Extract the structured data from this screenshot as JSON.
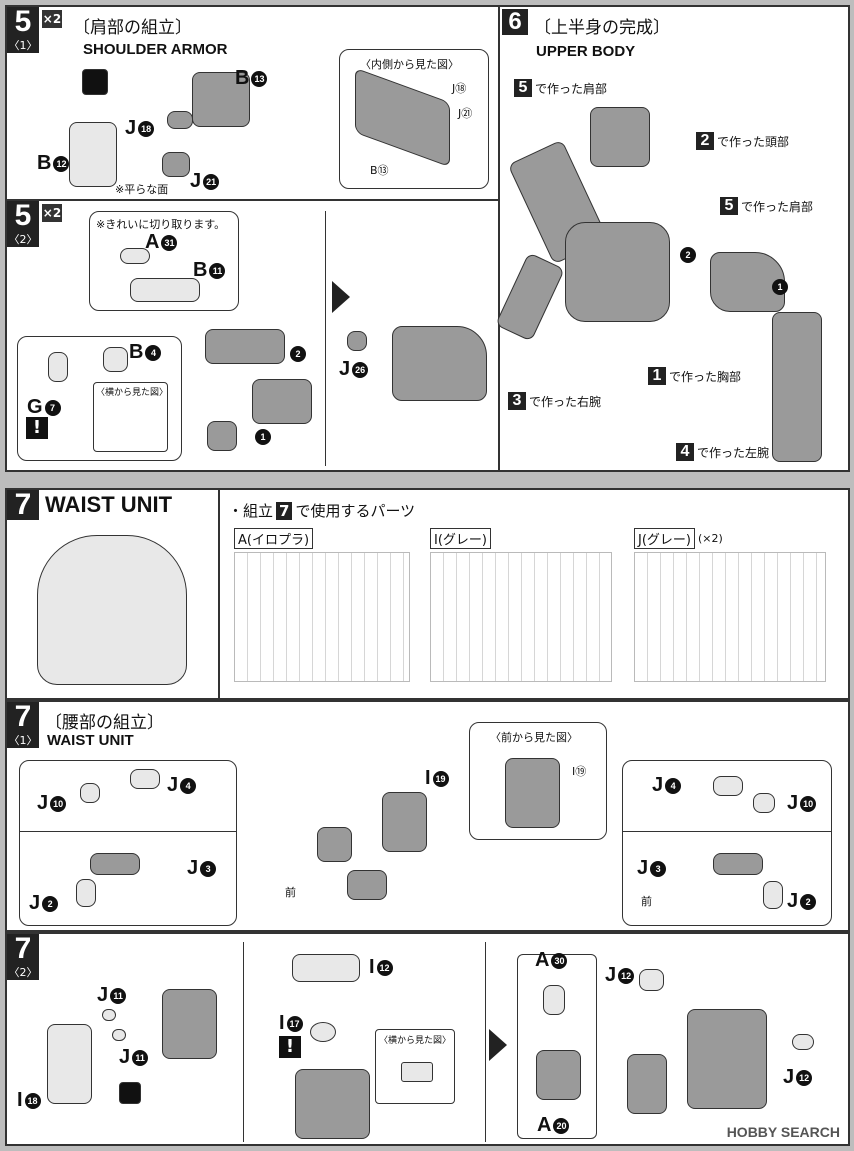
{
  "step5_1": {
    "num": "5",
    "sub": "〈1〉",
    "mult": "×2",
    "title_jp": "〔肩部の組立〕",
    "title_en": "SHOULDER ARMOR",
    "inset_title": "〈内側から見た図〉",
    "note": "※平らな面",
    "labels": [
      {
        "l": "B",
        "n": "13"
      },
      {
        "l": "J",
        "n": "18"
      },
      {
        "l": "B",
        "n": "12"
      },
      {
        "l": "J",
        "n": "21"
      }
    ],
    "inset_labels": [
      "J⑱",
      "J㉑",
      "B⑬"
    ]
  },
  "step5_2": {
    "num": "5",
    "sub": "〈2〉",
    "mult": "×2",
    "note": "※きれいに切り取ります。",
    "side_view": "〈横から見た図〉",
    "warn": "!",
    "labels": [
      {
        "l": "A",
        "n": "31"
      },
      {
        "l": "B",
        "n": "11"
      },
      {
        "l": "B",
        "n": "4"
      },
      {
        "l": "G",
        "n": "7"
      },
      {
        "l": "J",
        "n": "26"
      }
    ],
    "order": [
      "2",
      "1"
    ]
  },
  "step6": {
    "num": "6",
    "title_jp": "〔上半身の完成〕",
    "title_en": "UPPER BODY",
    "refs": [
      {
        "n": "5",
        "t": "で作った肩部"
      },
      {
        "n": "2",
        "t": "で作った頭部"
      },
      {
        "n": "5",
        "t": "で作った肩部"
      },
      {
        "n": "1",
        "t": "で作った胸部"
      },
      {
        "n": "3",
        "t": "で作った右腕"
      },
      {
        "n": "4",
        "t": "で作った左腕"
      }
    ],
    "order": [
      "2",
      "1"
    ]
  },
  "step7_header": {
    "num": "7",
    "title_en": "WAIST UNIT",
    "parts_title_pre": "・組立",
    "parts_title_num": "7",
    "parts_title_post": "で使用するパーツ",
    "runners": [
      {
        "label": "A(イロプラ)",
        "mult": ""
      },
      {
        "label": "I(グレー)",
        "mult": ""
      },
      {
        "label": "J(グレー)",
        "mult": "(×2)"
      }
    ]
  },
  "step7_1": {
    "num": "7",
    "sub": "〈1〉",
    "title_jp": "〔腰部の組立〕",
    "title_en": "WAIST UNIT",
    "inset_title": "〈前から見た図〉",
    "inset_label": "I⑲",
    "front": "前",
    "labels": [
      {
        "l": "J",
        "n": "10"
      },
      {
        "l": "J",
        "n": "4"
      },
      {
        "l": "J",
        "n": "2"
      },
      {
        "l": "J",
        "n": "3"
      },
      {
        "l": "I",
        "n": "19"
      },
      {
        "l": "J",
        "n": "4"
      },
      {
        "l": "J",
        "n": "10"
      },
      {
        "l": "J",
        "n": "3"
      },
      {
        "l": "J",
        "n": "2"
      }
    ]
  },
  "step7_2": {
    "num": "7",
    "sub": "〈2〉",
    "side_view": "〈横から見た図〉",
    "warn": "!",
    "labels": [
      {
        "l": "J",
        "n": "11"
      },
      {
        "l": "J",
        "n": "11"
      },
      {
        "l": "I",
        "n": "18"
      },
      {
        "l": "I",
        "n": "12"
      },
      {
        "l": "I",
        "n": "17"
      },
      {
        "l": "A",
        "n": "30"
      },
      {
        "l": "A",
        "n": "20"
      },
      {
        "l": "J",
        "n": "12"
      },
      {
        "l": "J",
        "n": "12"
      }
    ]
  },
  "watermark": "HOBBY SEARCH"
}
